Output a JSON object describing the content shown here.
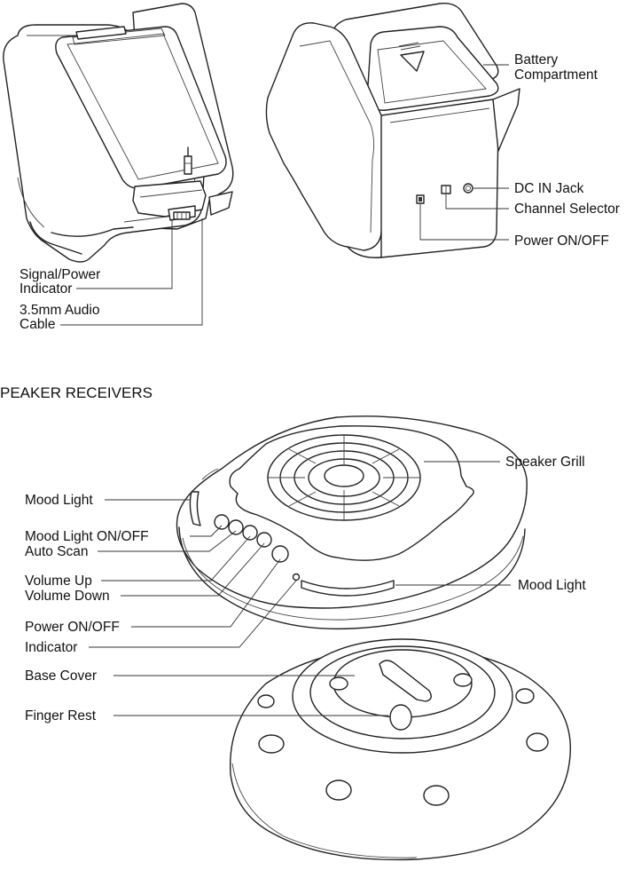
{
  "section_title": "PEAKER RECEIVERS",
  "labels": {
    "battery_1": "Battery",
    "battery_2": "Compartment",
    "dc_in": "DC IN Jack",
    "channel": "Channel Selector",
    "power_tx": "Power ON/OFF",
    "signal_1": "Signal/Power",
    "signal_2": "Indicator",
    "cable_1": "3.5mm Audio",
    "cable_2": "Cable",
    "speaker_grill": "Speaker Grill",
    "mood_light_left": "Mood Light",
    "mood_switch": "Mood Light ON/OFF",
    "auto_scan": "Auto Scan",
    "vol_up": "Volume Up",
    "vol_down": "Volume Down",
    "power_rx": "Power ON/OFF",
    "indicator": "Indicator",
    "mood_light_right": "Mood Light",
    "base_cover": "Base Cover",
    "finger_rest": "Finger Rest"
  }
}
